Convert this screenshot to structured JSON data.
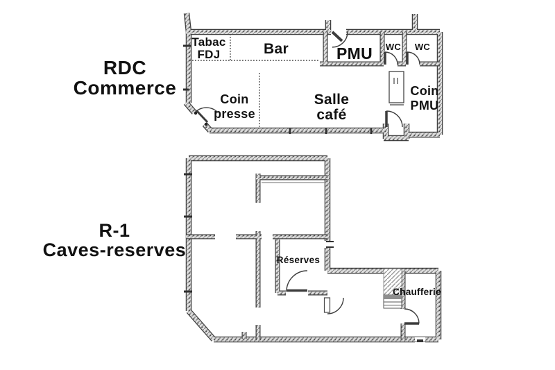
{
  "colors": {
    "wall": "#3f3f3f",
    "wall_fill": "#d9d9d9",
    "text": "#111111",
    "background": "#ffffff"
  },
  "floors": [
    {
      "title": [
        "RDC",
        "Commerce"
      ],
      "rooms": {
        "tabac": [
          "Tabac",
          "FDJ"
        ],
        "bar": "Bar",
        "pmu": "PMU",
        "wc_left": "WC",
        "wc_right": "WC",
        "coin_presse": [
          "Coin",
          "presse"
        ],
        "salle_cafe": [
          "Salle",
          "café"
        ],
        "coin_pmu": [
          "Coin",
          "PMU"
        ]
      }
    },
    {
      "title": [
        "R-1",
        "Caves-reserves"
      ],
      "rooms": {
        "reserves": "Réserves",
        "chaufferie": "Chaufferie"
      }
    }
  ]
}
